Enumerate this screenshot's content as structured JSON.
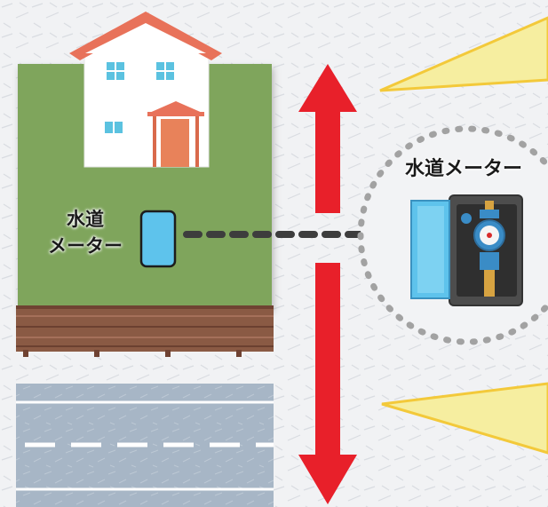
{
  "yard_meter_label": {
    "line1": "水道",
    "line2": "メーター"
  },
  "callout_meter_label": "水道メーター",
  "icons": [
    "house-icon",
    "water-meter-icon",
    "red-double-arrow-icon",
    "road-icon"
  ],
  "colors": {
    "lawn": "#7fa55c",
    "roof": "#e8725a",
    "meter_lid": "#5ec3ec",
    "arrow": "#e8202a",
    "callout": "#f6eea0",
    "road": "#a7b6c6"
  }
}
